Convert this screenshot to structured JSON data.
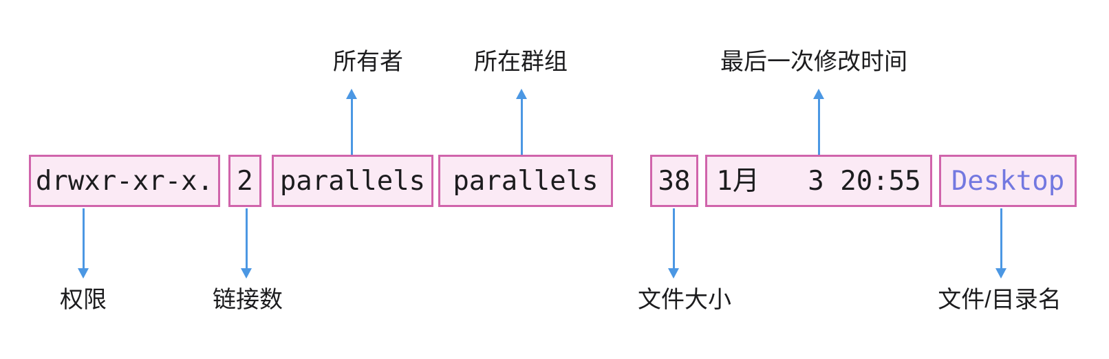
{
  "colors": {
    "box-border": "#d064ab",
    "box-fill": "#fbeaf5",
    "arrow": "#4b97e3",
    "filename-text": "#7378e0",
    "text": "#1c1c1e",
    "bg": "#ffffff"
  },
  "fields": [
    {
      "id": "permissions",
      "value": "drwxr-xr-x.",
      "label": "权限",
      "label_position": "below"
    },
    {
      "id": "link-count",
      "value": "2",
      "label": "链接数",
      "label_position": "below"
    },
    {
      "id": "owner",
      "value": "parallels",
      "label": "所有者",
      "label_position": "above"
    },
    {
      "id": "group",
      "value": "parallels",
      "label": "所在群组",
      "label_position": "above"
    },
    {
      "id": "file-size",
      "value": "38",
      "label": "文件大小",
      "label_position": "below"
    },
    {
      "id": "mtime",
      "value": "1月   3 20:55",
      "label": "最后一次修改时间",
      "label_position": "above"
    },
    {
      "id": "filename",
      "value": "Desktop",
      "label": "文件/目录名",
      "label_position": "below"
    }
  ]
}
